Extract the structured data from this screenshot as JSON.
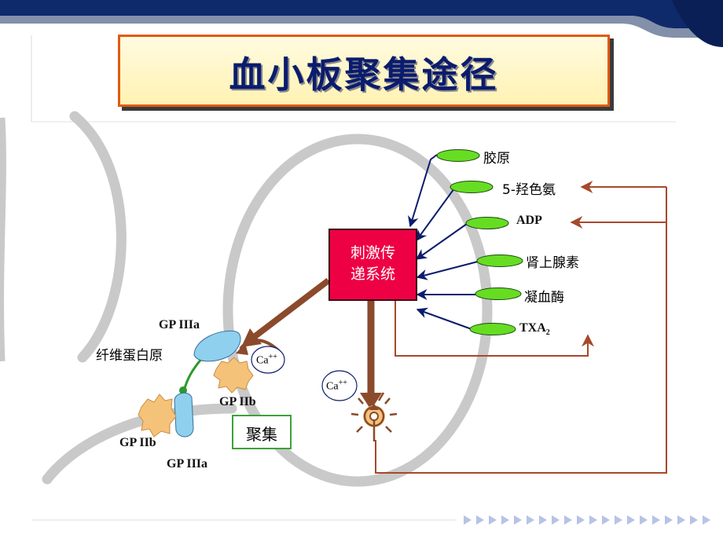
{
  "title": "血小板聚集途径",
  "stimulus_box": {
    "line1": "刺激传",
    "line2": "递系统"
  },
  "agonists": [
    {
      "label": "胶原"
    },
    {
      "label": "5-羟色氨"
    },
    {
      "label": "ADP"
    },
    {
      "label": "肾上腺素"
    },
    {
      "label": "凝血酶"
    },
    {
      "label": "TXA",
      "subscript": "2"
    }
  ],
  "receptors": {
    "gp3a_top": "GP IIIa",
    "fibrinogen": "纤维蛋白原",
    "gp2b_right": "GP IIb",
    "gp2b_left": "GP IIb",
    "gp3a_bottom": "GP IIIa"
  },
  "calcium": {
    "base": "Ca",
    "charge": "++"
  },
  "aggregation": "聚集",
  "colors": {
    "title_text": "#0b1c6e",
    "title_border": "#e05a10",
    "title_fill": "#fff5c2",
    "stimulus_fill": "#ee0044",
    "agonist_fill": "#66dd22",
    "navy_arrow": "#0b1c6e",
    "feedback_line": "#a5492a",
    "thick_arrow": "#8b4a2b",
    "receptor_blue": "#8ed0ee",
    "receptor_orange": "#f5c27a",
    "ring_gray": "#c9c9c9",
    "header_navy": "#0e2a6b",
    "green_box": "#3aa33a"
  },
  "icons": [
    "triangle-arrow-icon",
    "secretion-cell-icon"
  ]
}
